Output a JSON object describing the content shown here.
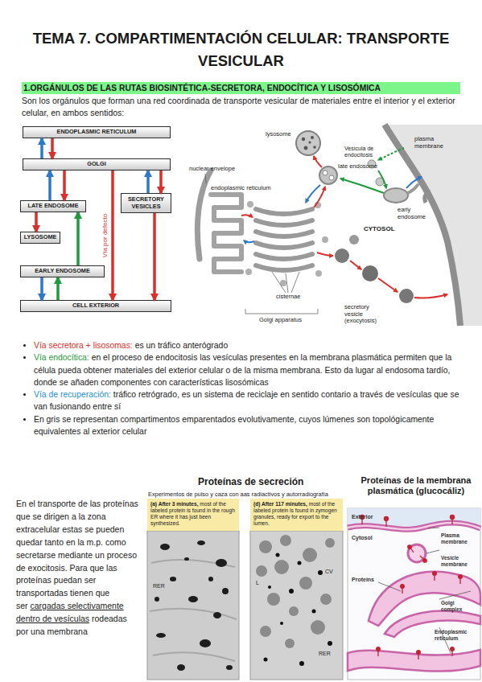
{
  "diagram": {
    "title": "TEMA 7. COMPARTIMENTACIÓN CELULAR: TRANSPORTE VESICULAR",
    "nodes": [
      {
        "text": [
          "1.ORGÁNULOS DE LAS RUTAS BIOSINTÉTICA-SECRETORA, ENDOCÍTICA Y LISOSÓMICA"
        ]
      },
      {
        "text": [
          "ENDOPLASMIC RETICULUM"
        ]
      },
      {
        "text": [
          "GOLGI"
        ]
      },
      {
        "text": [
          "LATE ENDOSOME"
        ]
      },
      {
        "text": [
          "SECRETORY VESICLES"
        ]
      },
      {
        "text": [
          "LYSOSOME"
        ]
      },
      {
        "text": [
          "EARLY ENDOSOME"
        ]
      },
      {
        "text": [
          "CELL EXTERIOR"
        ]
      },
      {
        "text": [
          "(a) After 3 minutes,",
          "most of the labeled protein is found in the rough ER where it has just been synthesized."
        ]
      },
      {
        "text": [
          "(d) After 117 minutes,",
          "most of the labeled protein is found in zymogen granules, ready for export to the lumen."
        ]
      }
    ],
    "edges": [
      {
        "from": 1,
        "to": 2,
        "arrow": "to"
      },
      {
        "from": 2,
        "to": 1,
        "arrow": "to"
      },
      {
        "from": 2,
        "to": 3,
        "arrow": "to"
      },
      {
        "from": 3,
        "to": 2,
        "arrow": "to"
      },
      {
        "from": 2,
        "to": 4,
        "arrow": "to"
      },
      {
        "from": 4,
        "to": 2,
        "arrow": "to"
      },
      {
        "from": 2,
        "to": 7,
        "label": "Vía por defecto",
        "arrow": "to"
      },
      {
        "from": 3,
        "to": 5,
        "arrow": "to"
      },
      {
        "from": 4,
        "to": 7,
        "arrow": "to"
      },
      {
        "from": 6,
        "to": 3,
        "arrow": "to"
      },
      {
        "from": 7,
        "to": 6,
        "arrow": "to"
      },
      {
        "from": 6,
        "to": 7,
        "arrow": "to"
      }
    ],
    "labels": [
      "Son los orgánulos que forman una red coordinada de transporte vesicular de materiales entre el interior y el exterior celular, en ambos sentidos:",
      "lysosome",
      "Vesícula de endocitosis",
      "plasma membrane",
      "late endosome",
      "nuclear envelope",
      "endoplasmic reticulum",
      "early endosome",
      "CYTOSOL",
      "cisternae",
      "secretory vesicle (exocytosis)",
      "Golgi apparatus",
      "Vía secretora + lisosomas:",
      "es un tráfico anterógrado",
      "Vía endocítica:",
      "en el proceso de endocitosis las vesículas presentes en la membrana plasmática permiten que la célula pueda obtener materiales del exterior celular o de la misma membrana. Esto da lugar al endosoma tardío, donde se añaden componentes con características lisosómicas",
      "Vía de recuperación:",
      "tráfico retrógrado, es un sistema de reciclaje en sentido contario a través de vesículas que se van fusionando entre sí",
      "En gris se representan compartimentos emparentados evolutivamente, cuyos lúmenes son topológicamente equivalentes al exterior celular",
      "En el transporte de las proteínas que se dirigen a la zona extracelular estas se pueden quedar tanto en la m.p. como secretarse mediante un proceso de exocitosis. Para que las proteínas puedan ser transportadas tienen que ser",
      "cargadas selectivamente dentro de vesículas",
      "rodeadas por una membrana",
      "Proteínas de secreción",
      "Experimentos de pulso y caza con aas radiactivos y autorradiografía",
      "RER",
      "CV",
      "L",
      "RER",
      "Proteínas de la membrana plasmática (glucocáliz)",
      "Exterior",
      "Cytosol",
      "Plasma membrane",
      "Vesicle membrane",
      "Proteins",
      "Golgi complex",
      "Endoplasmic reticulum"
    ]
  }
}
